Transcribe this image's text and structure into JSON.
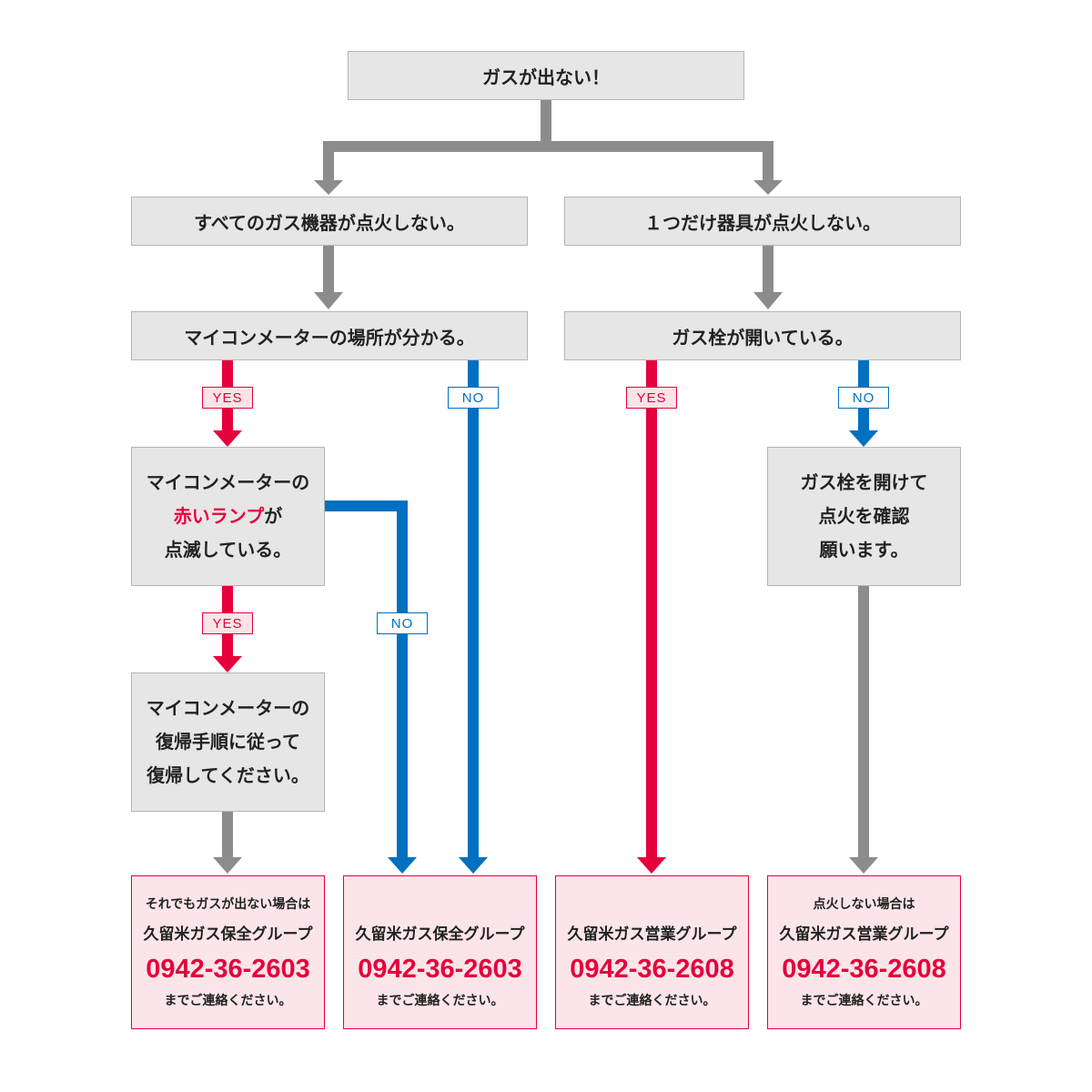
{
  "top": {
    "label": "ガスが出ない！"
  },
  "left_branch": {
    "label": "すべてのガス機器が点火しない。",
    "question": "マイコンメーターの場所が分かる。",
    "lamp_question": {
      "line1": "マイコンメーターの",
      "line2_highlight": "赤いランプ",
      "line2_rest": "が",
      "line3": "点滅している。"
    },
    "reset_step": {
      "line1": "マイコンメーターの",
      "line2": "復帰手順に従って",
      "line3": "復帰してください。"
    }
  },
  "right_branch": {
    "label": "１つだけ器具が点火しない。",
    "question": "ガス栓が開いている。",
    "open_step": {
      "line1": "ガス栓を開けて",
      "line2": "点火を確認",
      "line3": "願います。"
    }
  },
  "tags": {
    "yes": "YES",
    "no": "NO"
  },
  "contacts": [
    {
      "pre": "それでもガスが出ない場合は",
      "group": "久留米ガス保全グループ",
      "phone": "0942-36-2603",
      "post": "までご連絡ください。"
    },
    {
      "pre": "",
      "group": "久留米ガス保全グループ",
      "phone": "0942-36-2603",
      "post": "までご連絡ください。"
    },
    {
      "pre": "",
      "group": "久留米ガス営業グループ",
      "phone": "0942-36-2608",
      "post": "までご連絡ください。"
    },
    {
      "pre": "点火しない場合は",
      "group": "久留米ガス営業グループ",
      "phone": "0942-36-2608",
      "post": "までご連絡ください。"
    }
  ],
  "colors": {
    "gray": "#8c8c8c",
    "red": "#e5003c",
    "blue": "#0070c0",
    "box_fill": "#e6e6e6",
    "contact_fill": "#fbe5e9"
  }
}
